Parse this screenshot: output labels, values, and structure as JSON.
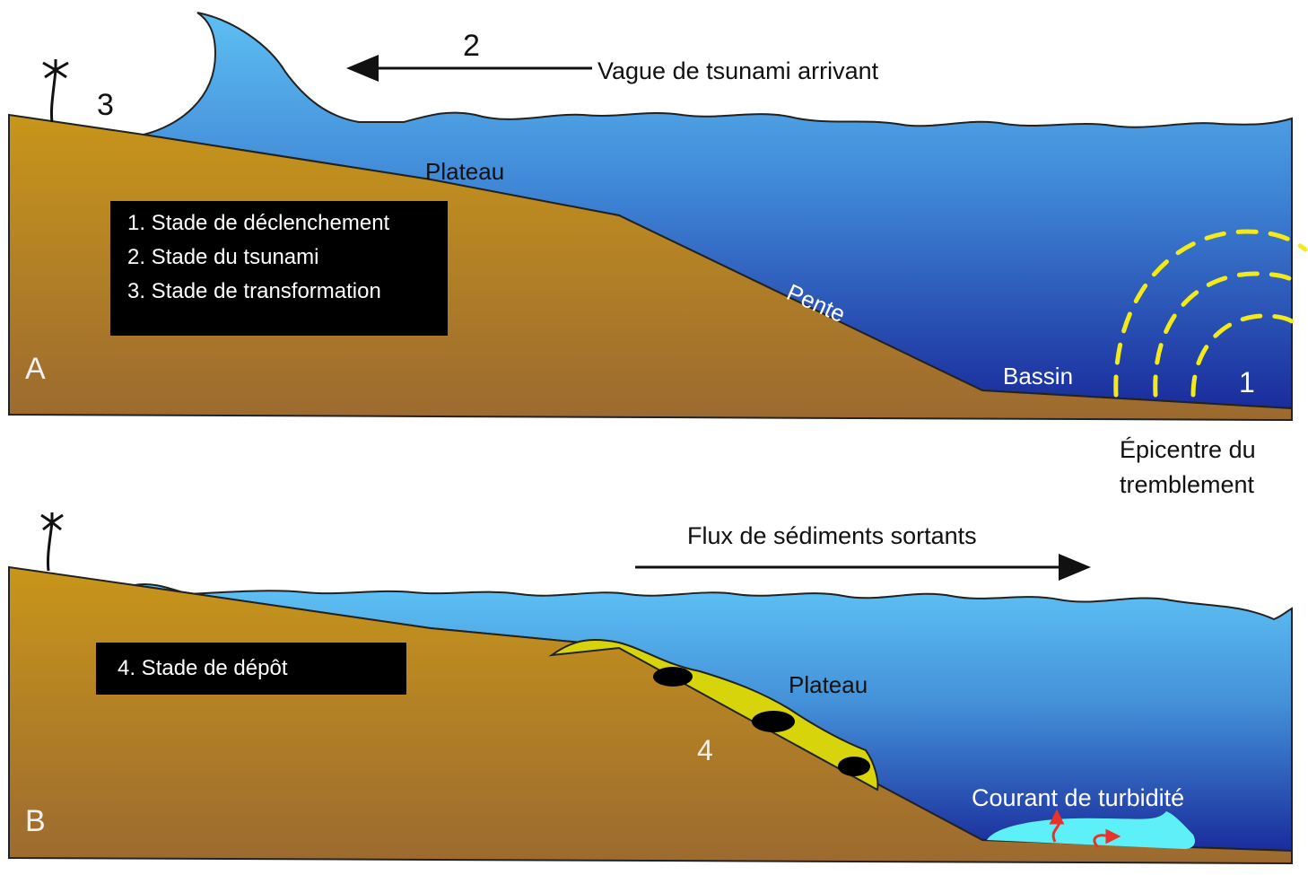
{
  "panel_a": {
    "letter": "A",
    "stage_numbers": {
      "one": "1",
      "two": "2",
      "three": "3"
    },
    "wave_label": "Vague de tsunami arrivant",
    "plateau_label": "Plateau",
    "slope_label": "Pente",
    "basin_label": "Bassin",
    "epicenter_label_line1": "Épicentre du",
    "epicenter_label_line2": "tremblement",
    "legend": [
      "1. Stade de déclenchement",
      "2. Stade du tsunami",
      "3. Stade de transformation"
    ]
  },
  "panel_b": {
    "letter": "B",
    "stage_number": "4",
    "flux_label": "Flux de sédiments sortants",
    "plateau_label": "Plateau",
    "turbidity_label": "Courant de turbidité",
    "legend": [
      "4. Stade de dépôt"
    ]
  },
  "colors": {
    "land": "#c4921c",
    "land_dark": "#9a6a2e",
    "water_light": "#5bbcf0",
    "water_deep": "#1a2fa0",
    "seismic_rings": "#f2ea1a",
    "deposit": "#d8d40c",
    "turbidity": "#5ef0f8"
  }
}
